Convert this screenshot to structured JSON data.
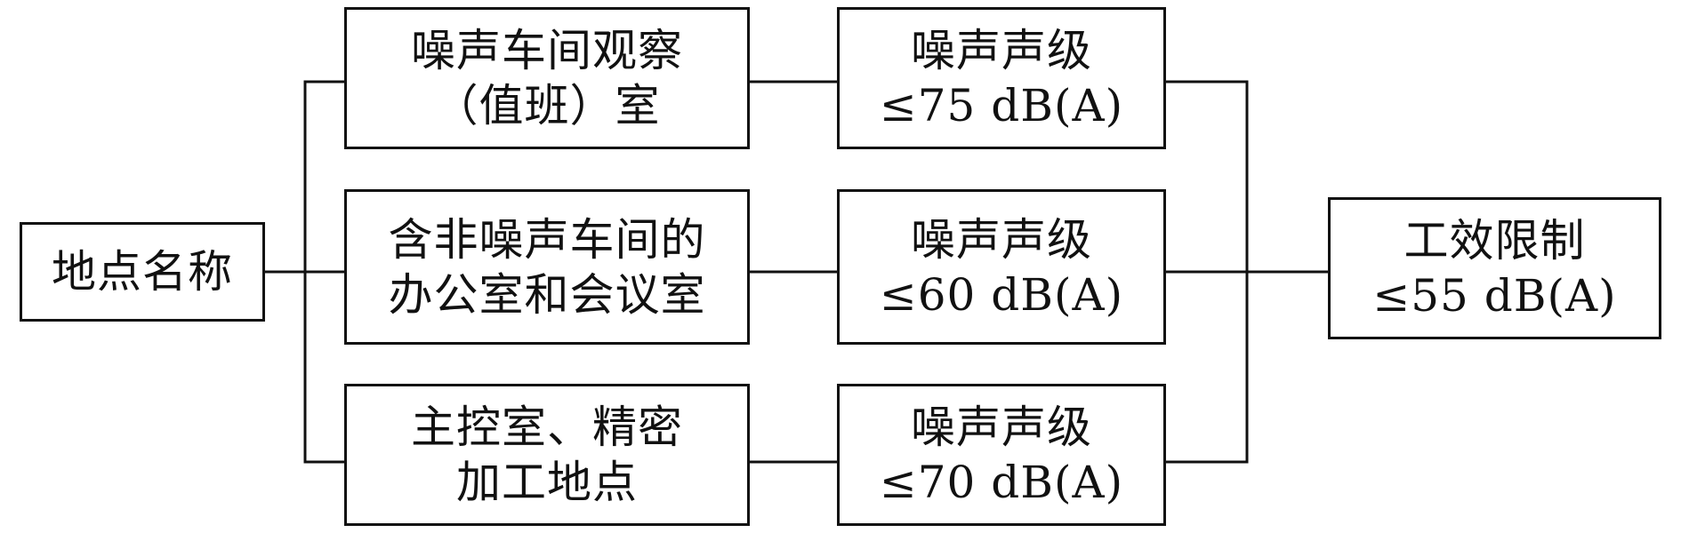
{
  "diagram": {
    "location_box": {
      "lines": [
        "地点名称"
      ]
    },
    "categories": [
      {
        "lines": [
          "噪声车间观察",
          "（值班）室"
        ]
      },
      {
        "lines": [
          "含非噪声车间的",
          "办公室和会议室"
        ]
      },
      {
        "lines": [
          "主控室、精密",
          "加工地点"
        ]
      }
    ],
    "levels": [
      {
        "lines": [
          "噪声声级",
          "≤75 dB(A)"
        ]
      },
      {
        "lines": [
          "噪声声级",
          "≤60 dB(A)"
        ]
      },
      {
        "lines": [
          "噪声声级",
          "≤70 dB(A)"
        ]
      }
    ],
    "limit_box": {
      "lines": [
        "工效限制",
        "≤55 dB(A)"
      ]
    }
  },
  "colors": {
    "stroke": "#111111",
    "background": "#ffffff"
  }
}
